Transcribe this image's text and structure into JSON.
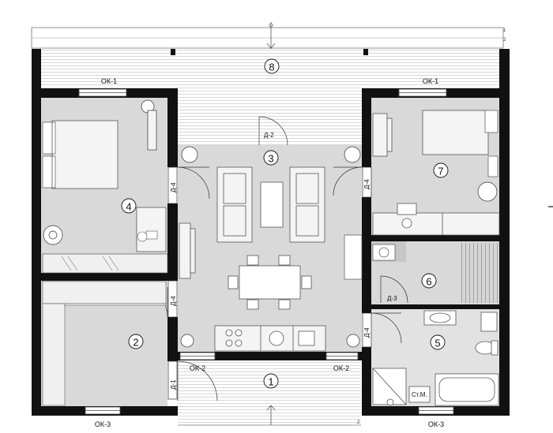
{
  "rooms": [
    {
      "id": "r1",
      "number": "1"
    },
    {
      "id": "r2",
      "number": "2"
    },
    {
      "id": "r3",
      "number": "3"
    },
    {
      "id": "r4",
      "number": "4"
    },
    {
      "id": "r5",
      "number": "5"
    },
    {
      "id": "r6",
      "number": "6"
    },
    {
      "id": "r7",
      "number": "7"
    },
    {
      "id": "r8",
      "number": "8"
    }
  ],
  "doors": {
    "d1": "Д-1",
    "d2": "Д-2",
    "d3": "Д-3",
    "d4_left_living": "Д-4",
    "d4_right_living": "Д-4",
    "d4_room2": "Д-4",
    "d4_bath": "Д-4"
  },
  "windows": {
    "ok1_left": "ОК-1",
    "ok1_right": "ОК-1",
    "ok2_left": "ОК-2",
    "ok2_right": "ОК-2",
    "ok3_left": "ОК-3",
    "ok3_right": "ОК-3"
  },
  "fixtures": {
    "washer": "Ст.М."
  },
  "axis_marks": {
    "top_1": "1",
    "top_2": "2",
    "bottom_2": "2"
  }
}
